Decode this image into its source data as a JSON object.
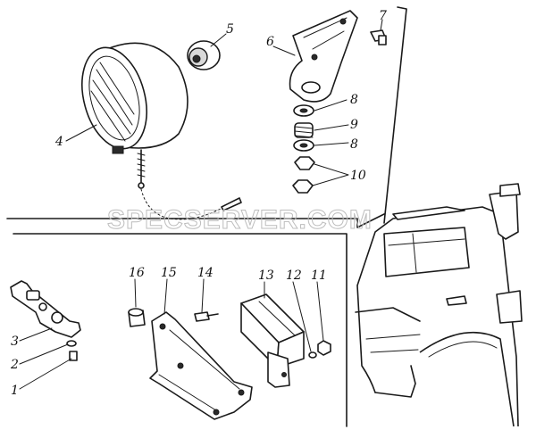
{
  "watermark": "SPECSERVER.COM",
  "callouts": {
    "c1": "1",
    "c2": "2",
    "c3": "3",
    "c4": "4",
    "c5": "5",
    "c6": "6",
    "c7": "7",
    "c8a": "8",
    "c9": "9",
    "c8b": "8",
    "c10": "10",
    "c11": "11",
    "c12": "12",
    "c13": "13",
    "c14": "14",
    "c15": "15",
    "c16": "16"
  },
  "colors": {
    "ink": "#1a1a1a",
    "paper": "#ffffff",
    "watermark": "#bdbdbd"
  }
}
